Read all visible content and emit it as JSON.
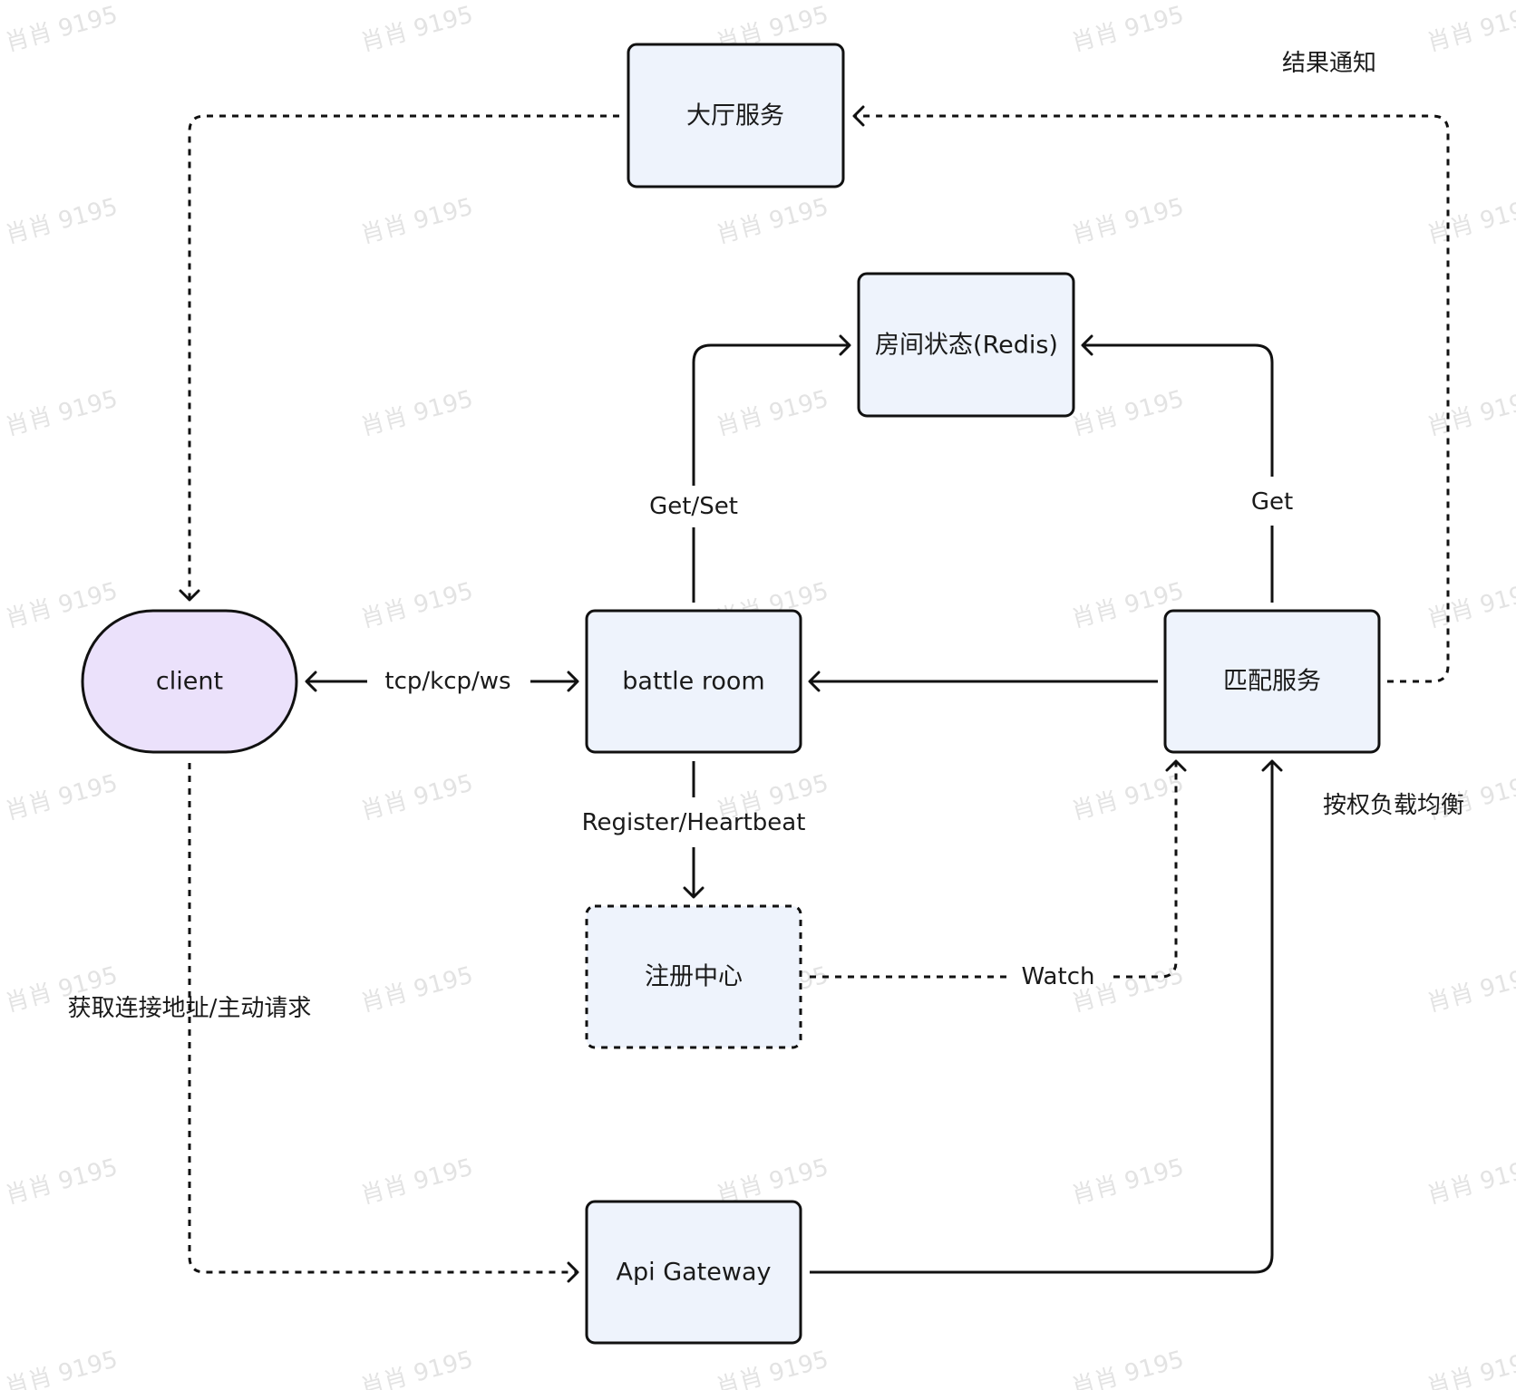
{
  "nodes": {
    "lobby": "大厅服务",
    "room_state": "房间状态(Redis)",
    "client": "client",
    "battle_room": "battle room",
    "matching": "匹配服务",
    "registry": "注册中心",
    "gateway": "Api Gateway"
  },
  "edges": {
    "result_notify": "结果通知",
    "get_set": "Get/Set",
    "get": "Get",
    "protocol": "tcp/kcp/ws",
    "register_heartbeat": "Register/Heartbeat",
    "watch": "Watch",
    "weighted_lb": "按权负载均衡",
    "get_address": "获取连接地址/主动请求"
  },
  "watermark": "肖肖 9195",
  "colors": {
    "service_fill": "#eef3fc",
    "client_fill": "#ebe1fb",
    "stroke": "#111111"
  }
}
